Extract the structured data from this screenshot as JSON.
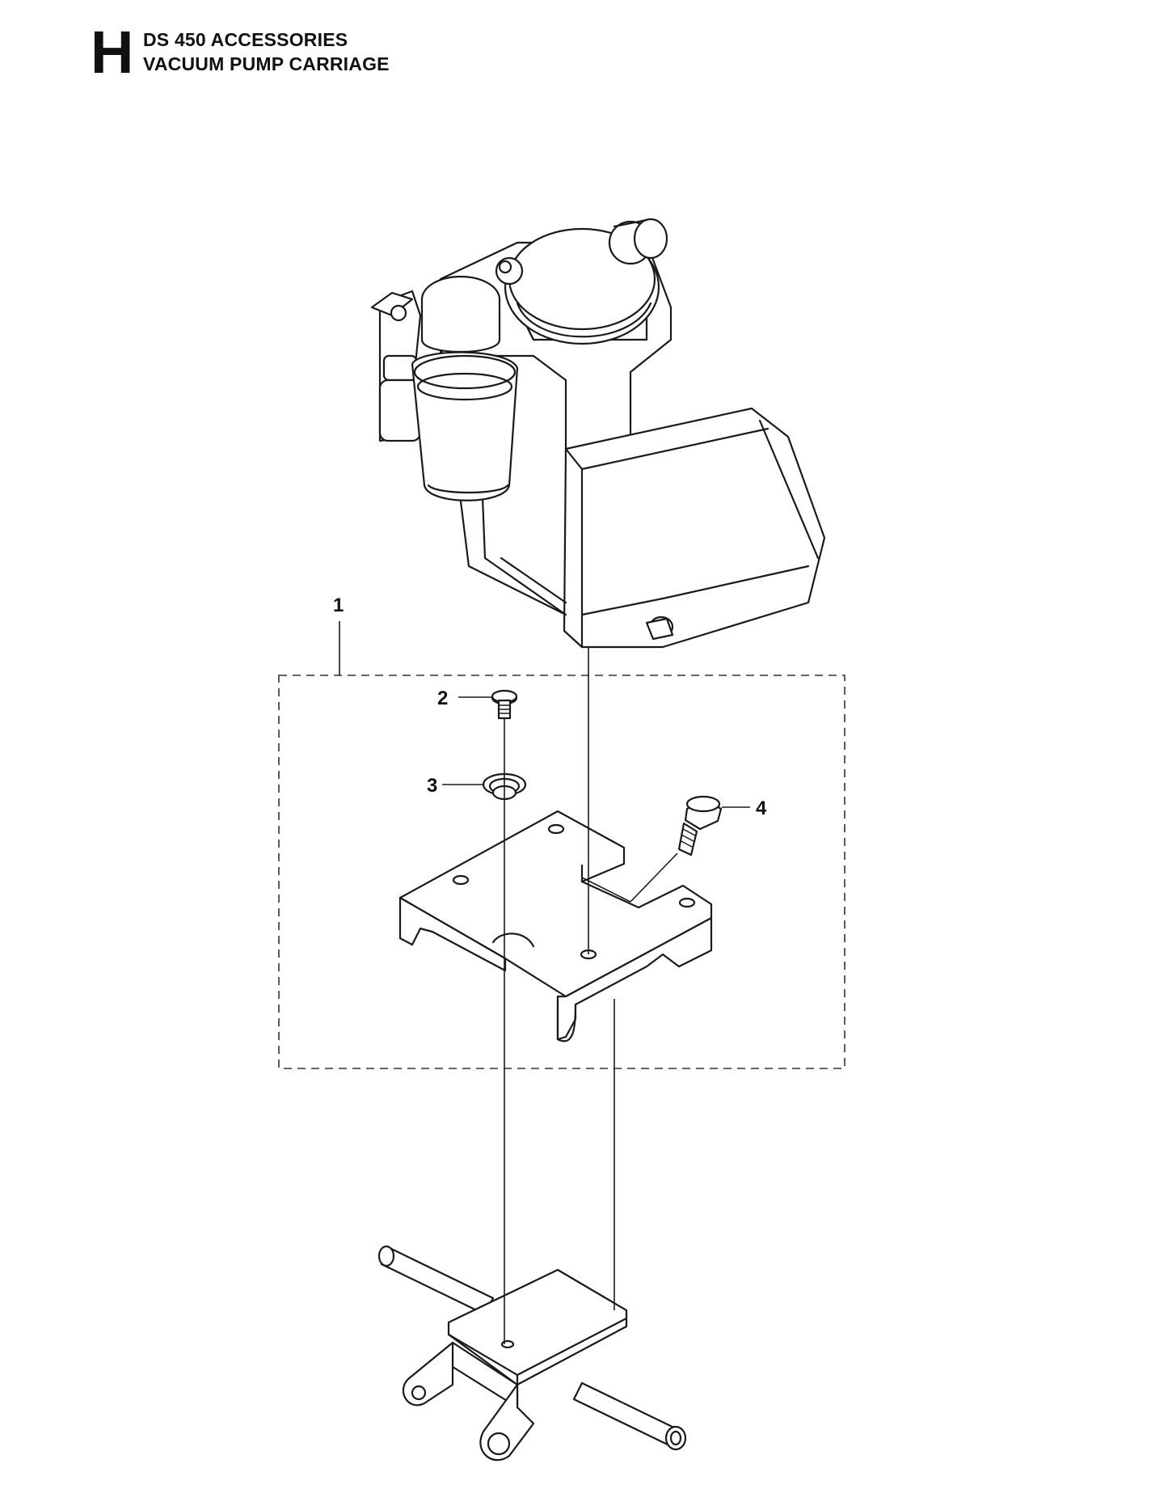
{
  "header": {
    "section_letter": "H",
    "line1": "DS 450 ACCESSORIES",
    "line2": "VACUUM PUMP CARRIAGE"
  },
  "callouts": [
    {
      "number": "1",
      "part": "carriage-assembly"
    },
    {
      "number": "2",
      "part": "screw"
    },
    {
      "number": "3",
      "part": "washer"
    },
    {
      "number": "4",
      "part": "bolt"
    }
  ]
}
